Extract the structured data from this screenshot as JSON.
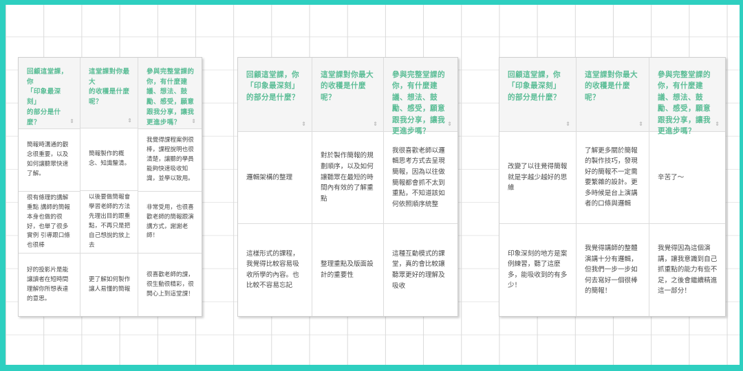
{
  "theme": {
    "frame_color": "#2ecfc0",
    "header_text_color": "#5bbd96",
    "header_bg_color": "#f5f5f5",
    "cell_text_color": "#4a4a4a",
    "grid_line_color": "#dcdcdc",
    "page_bg_color": "#ffffff"
  },
  "icons": {
    "sort": "⇕"
  },
  "tables": [
    {
      "id": "table-1",
      "headers": [
        "回顧這堂課，你\n「印象最深刻」\n的部分是什麼？",
        "這堂課對你最大\n的收穫是什麼\n呢？",
        "參與完整堂課的\n你，有什麼建\n議、想法、鼓\n勵、感受，願意\n跟我分享，讓我\n更進步嗎？"
      ],
      "rows": [
        [
          "簡報時溝通的觀念很重要，以及如何讓聽眾快速了解。",
          "簡報製作的概念、知識釐清。",
          "我覺得課程案例很棒，課程說明也很清楚，讓聽的學員能夠快速吸收知識，並學以致用。"
        ],
        [
          "很有條理的講解重點 講師的簡報本身也做的很好，也舉了很多實例 引導跟口條也很棒",
          "以後要做簡報會學習老師的方法先理出目的跟重點，不再只是把自己想說的放上去",
          "非常受用，也很喜歡老師的簡報跟演講方式，謝謝老師！"
        ],
        [
          "好的投影片是能讓讀者在短時間理解你所想表達的意思。",
          "更了解如何製作讓人易懂的簡報",
          "很喜歡老師的課，很生動很精彩，很開心上到這堂課！"
        ]
      ]
    },
    {
      "id": "table-2",
      "headers": [
        "回顧這堂課，你\n「印象最深刻」\n的部分是什麼？",
        "這堂課對你最大\n的收穫是什麼\n呢？",
        "參與完整堂課的\n你，有什麼建\n議、想法、鼓\n勵、感受，願意\n跟我分享，讓我\n更進步嗎？"
      ],
      "rows": [
        [
          "邏輯架構的整理",
          "對於製作簡報的規劃順序，以及如何讓聽眾在最短的時間內有效的了解重點",
          "我很喜歡老師以邏輯思考方式去呈現簡報，因為以往做簡報都會抓不太到重點，不知道該如何依照順序統整"
        ],
        [
          "這樣形式的課程，我覺得比較容易吸收所學的內容。也比較不容易忘記",
          "整理重點及版面設計的重要性",
          "這種互動模式的課堂，真的會比較讓聽眾更好的理解及吸收"
        ]
      ]
    },
    {
      "id": "table-3",
      "headers": [
        "回顧這堂課，你\n「印象最深刻」\n的部分是什麼？",
        "這堂課對你最大\n的收穫是什麼\n呢？",
        "參與完整堂課的\n你，有什麼建\n議、想法、鼓\n勵、感受，願意\n跟我分享，讓我\n更進步嗎？"
      ],
      "rows": [
        [
          "改變了以往覺得簡報就是字越少越好的思維",
          "了解更多關於簡報的製作技巧，發現好的簡報不一定需要繁雜的設計。更多時候是台上演講者的口條與邏輯",
          "辛苦了～"
        ],
        [
          "印象深刻的地方是案例練習，聽了這麼多，能吸收到的有多少！",
          "我覺得講師的整體演講十分有邏輯，但我們一步一步如何去寫好一個很棒的簡報！",
          "我覺得因為這個演講，讓我意識到自己抓重點的能力有些不足，之後會繼續精進這一部分！"
        ]
      ]
    }
  ]
}
